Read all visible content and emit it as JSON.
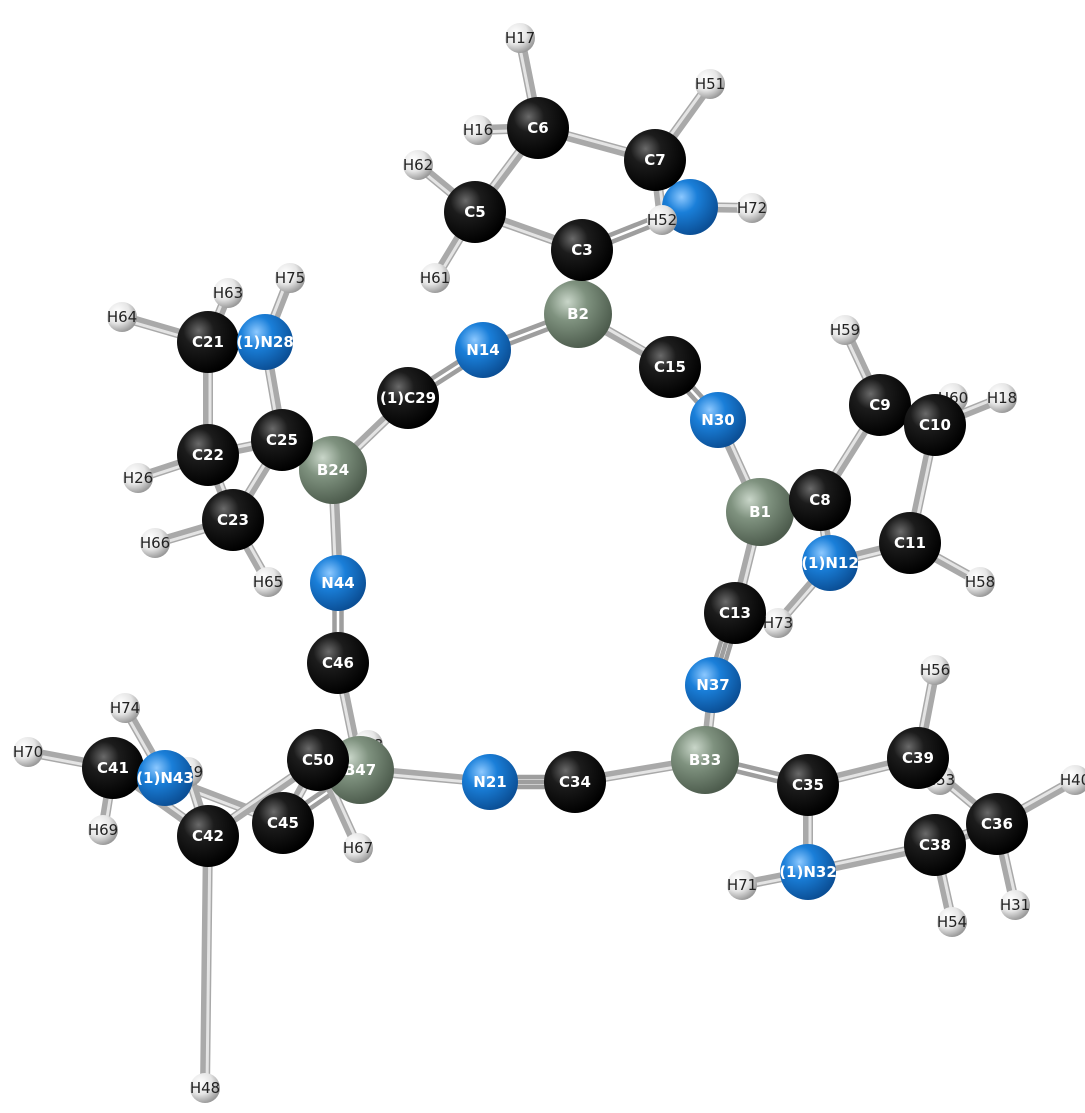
{
  "colors": {
    "C": "#0d0d0d",
    "N": "#1a7fd9",
    "B": "#7f927f",
    "H": "#e6e6e6",
    "bond": "#b3b3b3",
    "background": "#ffffff"
  },
  "atoms": [
    {
      "id": "B1",
      "label": "B1",
      "element": "B"
    },
    {
      "id": "B2",
      "label": "B2",
      "element": "B"
    },
    {
      "id": "C3",
      "label": "C3",
      "element": "C"
    },
    {
      "id": "C5",
      "label": "C5",
      "element": "C"
    },
    {
      "id": "C6",
      "label": "C6",
      "element": "C"
    },
    {
      "id": "C7",
      "label": "C7",
      "element": "C"
    },
    {
      "id": "C8",
      "label": "C8",
      "element": "C"
    },
    {
      "id": "C9",
      "label": "C9",
      "element": "C"
    },
    {
      "id": "C10",
      "label": "C10",
      "element": "C"
    },
    {
      "id": "C11",
      "label": "C11",
      "element": "C"
    },
    {
      "id": "N12",
      "label": "(1)N12",
      "element": "N"
    },
    {
      "id": "C13",
      "label": "C13",
      "element": "C"
    },
    {
      "id": "N14",
      "label": "N14",
      "element": "N"
    },
    {
      "id": "C15",
      "label": "C15",
      "element": "C"
    },
    {
      "id": "H16",
      "label": "H16",
      "element": "H"
    },
    {
      "id": "H17",
      "label": "H17",
      "element": "H"
    },
    {
      "id": "H18",
      "label": "H18",
      "element": "H"
    },
    {
      "id": "C21",
      "label": "C21",
      "element": "C"
    },
    {
      "id": "N21",
      "label": "N21",
      "element": "N"
    },
    {
      "id": "C22",
      "label": "C22",
      "element": "C"
    },
    {
      "id": "C23",
      "label": "C23",
      "element": "C"
    },
    {
      "id": "B24",
      "label": "B24",
      "element": "B"
    },
    {
      "id": "C25",
      "label": "C25",
      "element": "C"
    },
    {
      "id": "H26",
      "label": "H26",
      "element": "H"
    },
    {
      "id": "N28",
      "label": "(1)N28",
      "element": "N"
    },
    {
      "id": "C29",
      "label": "(1)C29",
      "element": "C"
    },
    {
      "id": "N30",
      "label": "N30",
      "element": "N"
    },
    {
      "id": "H31",
      "label": "H31",
      "element": "H"
    },
    {
      "id": "N32",
      "label": "(1)N32",
      "element": "N"
    },
    {
      "id": "B33",
      "label": "B33",
      "element": "B"
    },
    {
      "id": "C34",
      "label": "C34",
      "element": "C"
    },
    {
      "id": "C35",
      "label": "C35",
      "element": "C"
    },
    {
      "id": "C36",
      "label": "C36",
      "element": "C"
    },
    {
      "id": "N37",
      "label": "N37",
      "element": "N"
    },
    {
      "id": "C38",
      "label": "C38",
      "element": "C"
    },
    {
      "id": "C39",
      "label": "C39",
      "element": "C"
    },
    {
      "id": "H40",
      "label": "H40",
      "element": "H"
    },
    {
      "id": "C41",
      "label": "C41",
      "element": "C"
    },
    {
      "id": "C42",
      "label": "C42",
      "element": "C"
    },
    {
      "id": "N43",
      "label": "(1)N43",
      "element": "N"
    },
    {
      "id": "N44",
      "label": "N44",
      "element": "N"
    },
    {
      "id": "C45",
      "label": "C45",
      "element": "C"
    },
    {
      "id": "C46",
      "label": "C46",
      "element": "C"
    },
    {
      "id": "B47",
      "label": "B47",
      "element": "B"
    },
    {
      "id": "H48",
      "label": "H48",
      "element": "H"
    },
    {
      "id": "H49",
      "label": "H49",
      "element": "H"
    },
    {
      "id": "C50",
      "label": "C50",
      "element": "C"
    },
    {
      "id": "H51",
      "label": "H51",
      "element": "H"
    },
    {
      "id": "H52",
      "label": "H52",
      "element": "H"
    },
    {
      "id": "H53",
      "label": "H53",
      "element": "H"
    },
    {
      "id": "H54",
      "label": "H54",
      "element": "H"
    },
    {
      "id": "H56",
      "label": "H56",
      "element": "H"
    },
    {
      "id": "H58",
      "label": "H58",
      "element": "H"
    },
    {
      "id": "H59",
      "label": "H59",
      "element": "H"
    },
    {
      "id": "H60",
      "label": "H60",
      "element": "H"
    },
    {
      "id": "H61",
      "label": "H61",
      "element": "H"
    },
    {
      "id": "H62",
      "label": "H62",
      "element": "H"
    },
    {
      "id": "H63",
      "label": "H63",
      "element": "H"
    },
    {
      "id": "H64",
      "label": "H64",
      "element": "H"
    },
    {
      "id": "H65",
      "label": "H65",
      "element": "H"
    },
    {
      "id": "H66",
      "label": "H66",
      "element": "H"
    },
    {
      "id": "H67",
      "label": "H67",
      "element": "H"
    },
    {
      "id": "H68",
      "label": "H68",
      "element": "H"
    },
    {
      "id": "H69",
      "label": "H69",
      "element": "H"
    },
    {
      "id": "H70",
      "label": "H70",
      "element": "H"
    },
    {
      "id": "H71",
      "label": "H71",
      "element": "H"
    },
    {
      "id": "H72",
      "label": "H72",
      "element": "H"
    },
    {
      "id": "H73",
      "label": "H73",
      "element": "H"
    },
    {
      "id": "H74",
      "label": "H74",
      "element": "H"
    },
    {
      "id": "H75",
      "label": "H75",
      "element": "H"
    }
  ],
  "bonds": [
    [
      "B2",
      "N14",
      2
    ],
    [
      "B2",
      "C15",
      1
    ],
    [
      "B2",
      "C3",
      1
    ],
    [
      "N14",
      "C29",
      2
    ],
    [
      "C29",
      "B24",
      1
    ],
    [
      "C15",
      "N30",
      2
    ],
    [
      "N30",
      "B1",
      1
    ],
    [
      "B1",
      "C8",
      1
    ],
    [
      "B1",
      "C13",
      1
    ],
    [
      "C13",
      "N37",
      3
    ],
    [
      "N37",
      "B33",
      1
    ],
    [
      "B33",
      "C34",
      1
    ],
    [
      "C34",
      "N21",
      3
    ],
    [
      "N21",
      "B47",
      1
    ],
    [
      "B47",
      "C46",
      1
    ],
    [
      "C46",
      "N44",
      2
    ],
    [
      "N44",
      "B24",
      1
    ],
    [
      "B24",
      "C25",
      2
    ],
    [
      "C25",
      "N28",
      1
    ],
    [
      "N28",
      "C21",
      1
    ],
    [
      "C21",
      "C22",
      1
    ],
    [
      "C22",
      "C23",
      1
    ],
    [
      "C23",
      "C25",
      1
    ],
    [
      "C22",
      "C25",
      1
    ],
    [
      "C21",
      "H64",
      1
    ],
    [
      "C21",
      "H63",
      1
    ],
    [
      "N28",
      "H75",
      1
    ],
    [
      "C22",
      "H26",
      1
    ],
    [
      "C23",
      "H66",
      1
    ],
    [
      "C23",
      "H65",
      1
    ],
    [
      "C3",
      "C5",
      1
    ],
    [
      "C5",
      "C6",
      1
    ],
    [
      "C6",
      "C7",
      1
    ],
    [
      "C7",
      "H52",
      1
    ],
    [
      "C3",
      "N4",
      2
    ],
    [
      "N4",
      "H72",
      1
    ],
    [
      "C6",
      "H17",
      1
    ],
    [
      "C6",
      "H16",
      1
    ],
    [
      "C7",
      "H51",
      1
    ],
    [
      "C5",
      "H62",
      1
    ],
    [
      "C5",
      "H61",
      1
    ],
    [
      "C8",
      "C9",
      1
    ],
    [
      "C9",
      "C10",
      1
    ],
    [
      "C10",
      "C11",
      1
    ],
    [
      "C11",
      "N12",
      1
    ],
    [
      "N12",
      "C8",
      1
    ],
    [
      "C9",
      "H59",
      1
    ],
    [
      "C10",
      "H60",
      1
    ],
    [
      "C10",
      "H18",
      1
    ],
    [
      "C11",
      "H58",
      1
    ],
    [
      "N12",
      "H73",
      1
    ],
    [
      "B33",
      "C35",
      2
    ],
    [
      "C35",
      "N32",
      1
    ],
    [
      "N32",
      "C38",
      1
    ],
    [
      "C38",
      "C36",
      1
    ],
    [
      "C36",
      "C39",
      1
    ],
    [
      "C39",
      "C35",
      1
    ],
    [
      "C39",
      "H56",
      1
    ],
    [
      "C39",
      "H53",
      1
    ],
    [
      "C36",
      "H40",
      1
    ],
    [
      "C36",
      "H31",
      1
    ],
    [
      "C38",
      "H54",
      1
    ],
    [
      "N32",
      "H71",
      1
    ],
    [
      "B47",
      "C45",
      2
    ],
    [
      "C45",
      "N43",
      1
    ],
    [
      "N43",
      "C41",
      1
    ],
    [
      "C41",
      "C42",
      1
    ],
    [
      "C42",
      "C50",
      1
    ],
    [
      "C50",
      "C45",
      1
    ],
    [
      "N43",
      "H74",
      1
    ],
    [
      "C41",
      "H70",
      1
    ],
    [
      "C41",
      "H69",
      1
    ],
    [
      "C42",
      "H49",
      1
    ],
    [
      "C42",
      "H48",
      1
    ],
    [
      "C50",
      "H68",
      1
    ],
    [
      "C50",
      "H67",
      1
    ]
  ]
}
